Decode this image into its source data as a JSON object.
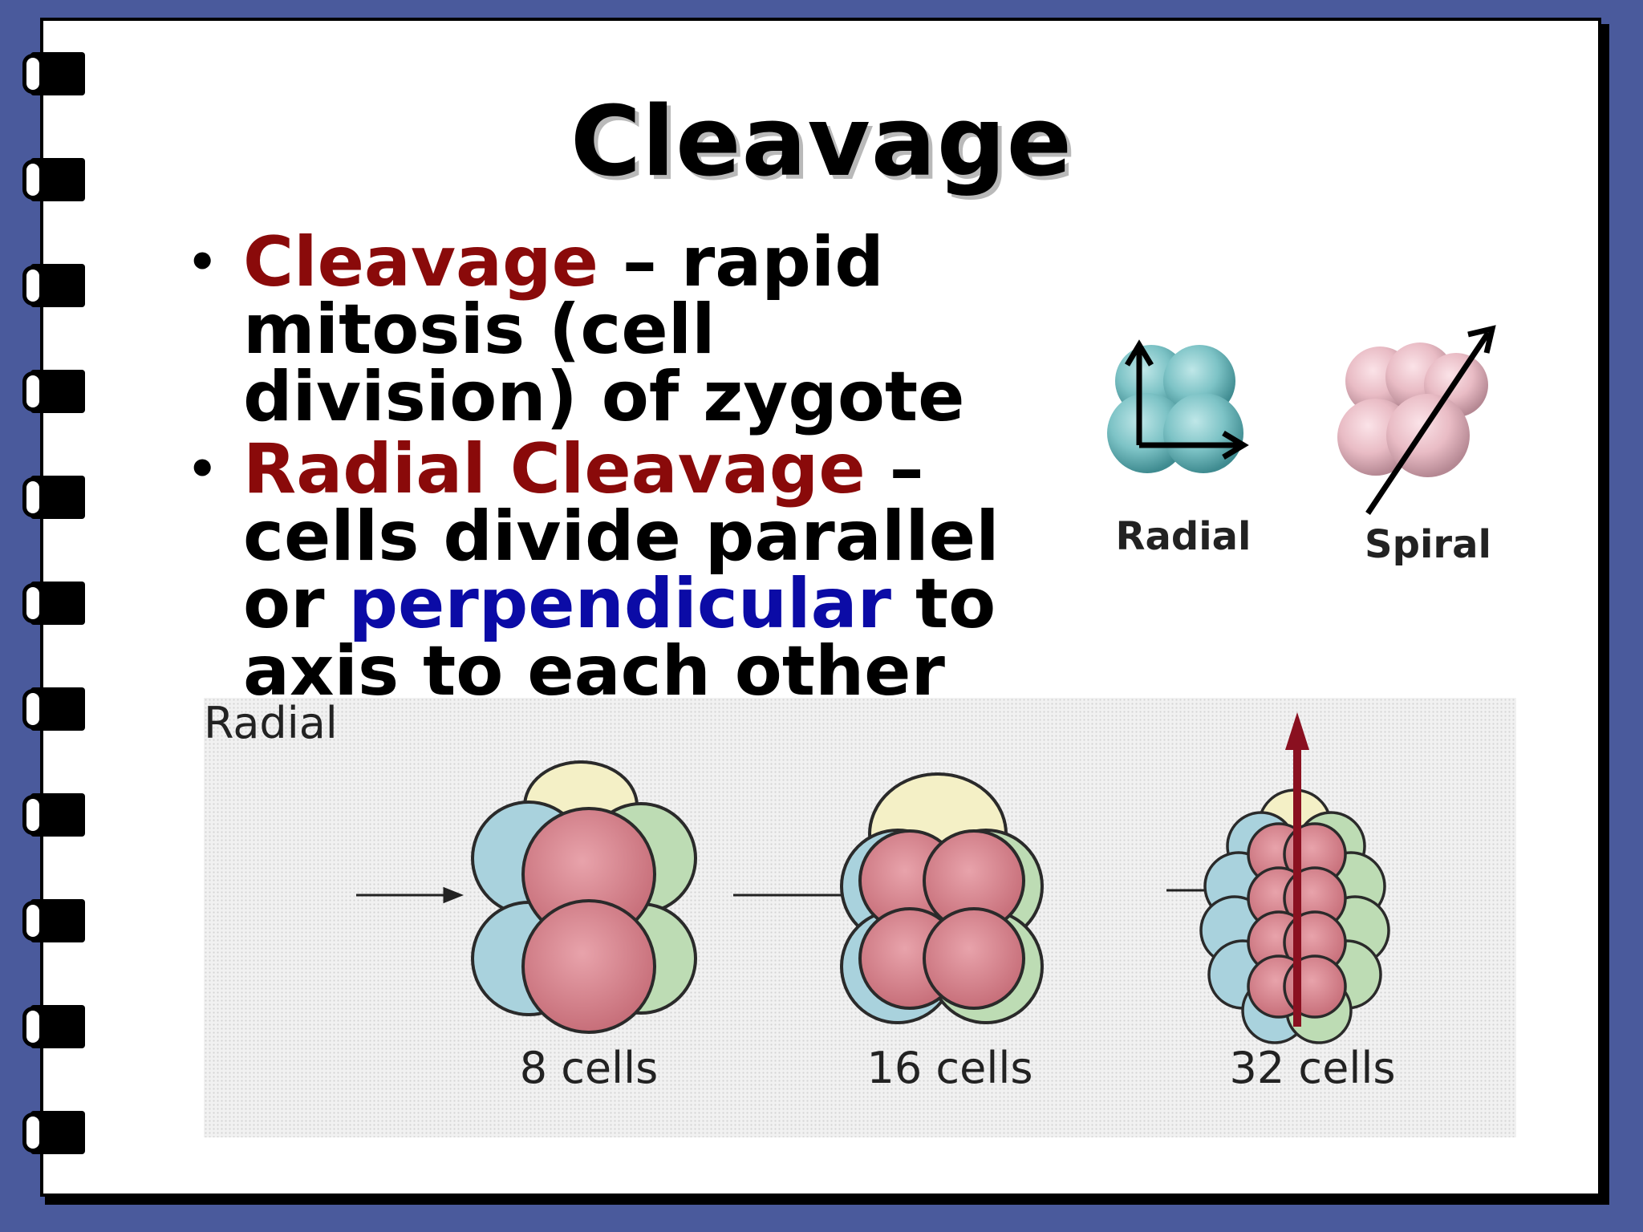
{
  "slide": {
    "title": "Cleavage",
    "bullets": [
      {
        "term": "Cleavage",
        "rest": " – rapid mitosis (cell division) of zygote"
      },
      {
        "term": "Radial Cleavage",
        "rest_before": " – cells divide parallel or ",
        "highlight": "perpendicular",
        "rest_after": " to axis to each other"
      }
    ]
  },
  "top_figure": {
    "labels": [
      "Radial",
      "Spiral"
    ]
  },
  "bottom_figure": {
    "heading": "Radial",
    "stages": [
      "8 cells",
      "16 cells",
      "32 cells"
    ]
  },
  "colors": {
    "background": "#4a5a9c",
    "term_red": "#8a0a0a",
    "term_blue": "#0b0ba6",
    "radial_cells": "#7dc3c6",
    "spiral_cells": "#e9bcc5"
  }
}
